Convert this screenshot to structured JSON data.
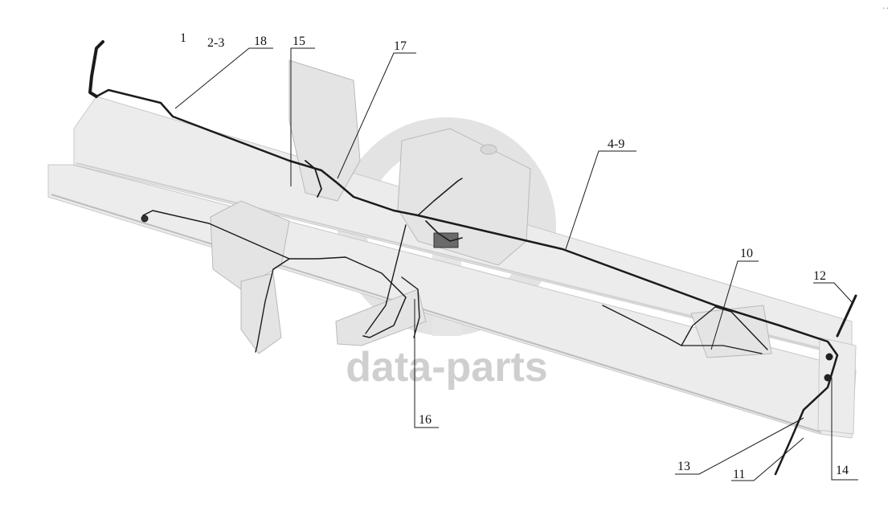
{
  "diagram": {
    "callouts": [
      {
        "id": "c1",
        "text": "1"
      },
      {
        "id": "c2",
        "text": "2-3"
      },
      {
        "id": "c18",
        "text": "18"
      },
      {
        "id": "c15",
        "text": "15"
      },
      {
        "id": "c17",
        "text": "17"
      },
      {
        "id": "c4",
        "text": "4-9"
      },
      {
        "id": "c10",
        "text": "10"
      },
      {
        "id": "c12",
        "text": "12"
      },
      {
        "id": "c16",
        "text": "16"
      },
      {
        "id": "c13",
        "text": "13"
      },
      {
        "id": "c11",
        "text": "11"
      },
      {
        "id": "c14",
        "text": "14"
      }
    ],
    "watermark": {
      "text": "data-parts"
    },
    "corner_mark": "`´"
  }
}
